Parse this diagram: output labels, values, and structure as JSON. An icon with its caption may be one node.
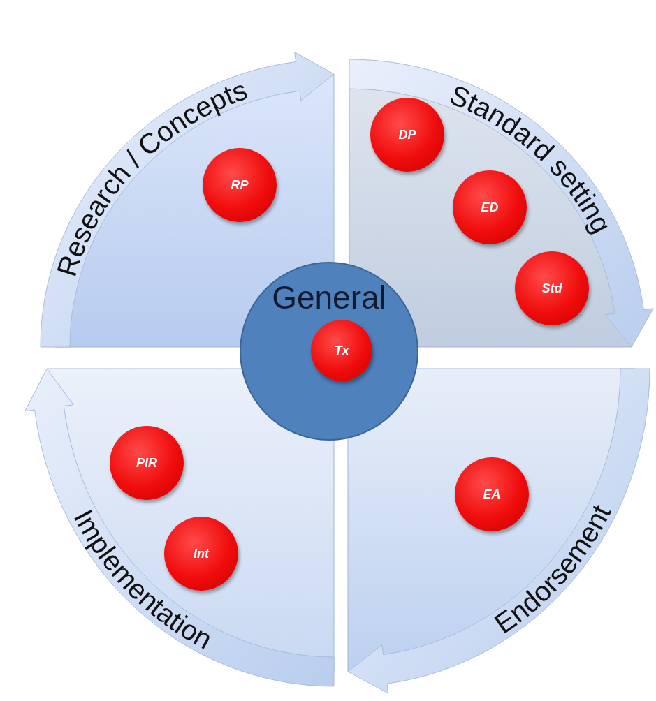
{
  "diagram": {
    "nodes": [
      {
        "text": [
          "Research / Concepts"
        ]
      },
      {
        "text": [
          "RP"
        ],
        "in": 0
      },
      {
        "text": [
          "Standard setting"
        ]
      },
      {
        "text": [
          "DP"
        ],
        "in": 2
      },
      {
        "text": [
          "ED"
        ],
        "in": 2
      },
      {
        "text": [
          "Std"
        ],
        "in": 2
      },
      {
        "text": [
          "Implementation"
        ]
      },
      {
        "text": [
          "PIR"
        ],
        "in": 6
      },
      {
        "text": [
          "Int"
        ],
        "in": 6
      },
      {
        "text": [
          "Endorsement"
        ]
      },
      {
        "text": [
          "EA"
        ],
        "in": 9
      },
      {
        "text": [
          "General"
        ]
      },
      {
        "text": [
          "Tx"
        ],
        "in": 11
      }
    ]
  }
}
